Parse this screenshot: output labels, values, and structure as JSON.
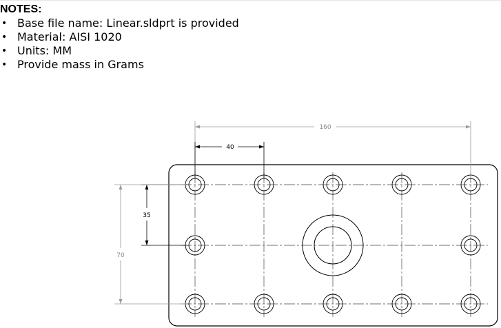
{
  "notes": {
    "title": "NOTES:",
    "items": [
      "Base file name: Linear.sldprt is provided",
      "Material: AISI 1020",
      "Units: MM",
      "Provide mass in Grams"
    ]
  },
  "drawing": {
    "dimensions": {
      "overall_hole_span": "160",
      "hole_pitch_x": "40",
      "hole_pitch_y": "35",
      "overall_height": "70"
    }
  }
}
